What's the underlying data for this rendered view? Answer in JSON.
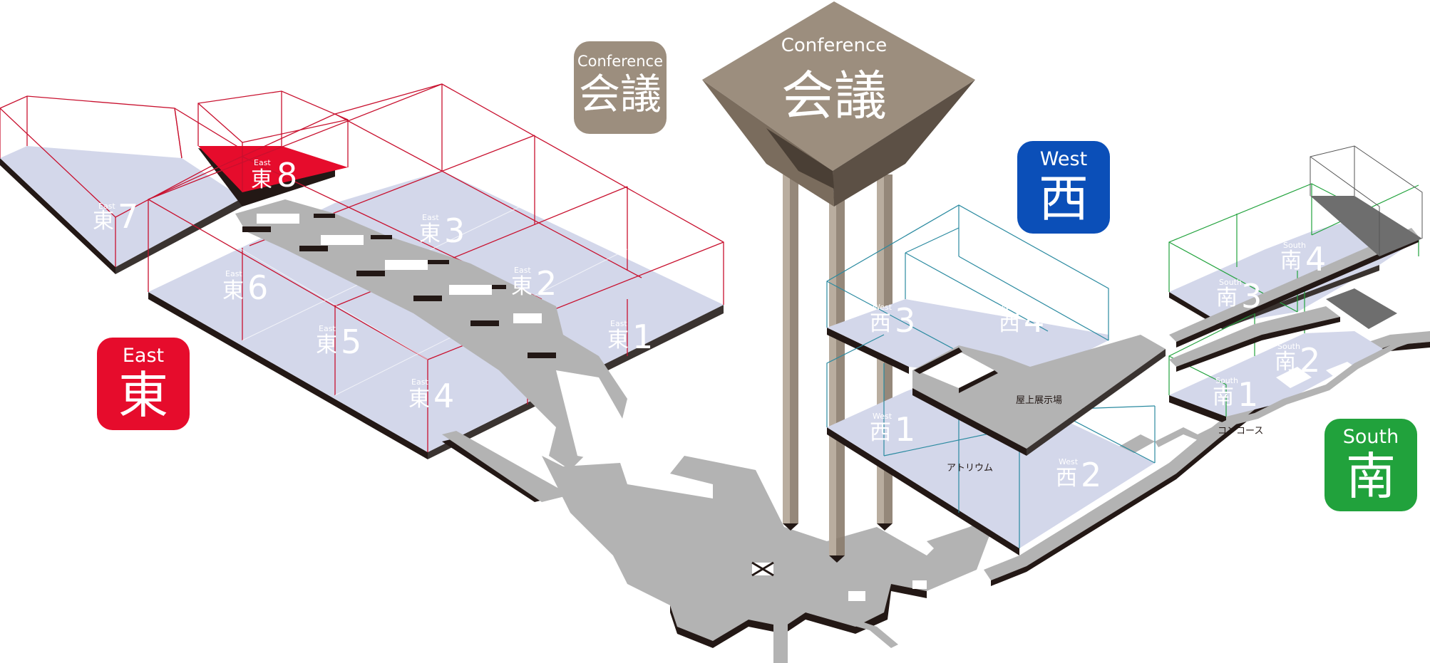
{
  "colors": {
    "east": "#e60c2c",
    "west": "#0b4fb8",
    "south": "#21a23c",
    "conference": "#9c8e7e",
    "hall_floor": "#d3d7ea",
    "walkway": "#b3b3b3",
    "dark": "#6e6e6e"
  },
  "badges": {
    "east": {
      "en": "East",
      "jp": "東"
    },
    "west": {
      "en": "West",
      "jp": "西"
    },
    "south": {
      "en": "South",
      "jp": "南"
    },
    "conference_small": {
      "en": "Conference",
      "jp": "会議"
    },
    "conference_tower": {
      "en": "Conference",
      "jp": "会議"
    }
  },
  "halls": {
    "e1": {
      "en": "East",
      "jp": "東",
      "num": "1"
    },
    "e2": {
      "en": "East",
      "jp": "東",
      "num": "2"
    },
    "e3": {
      "en": "East",
      "jp": "東",
      "num": "3"
    },
    "e4": {
      "en": "East",
      "jp": "東",
      "num": "4"
    },
    "e5": {
      "en": "East",
      "jp": "東",
      "num": "5"
    },
    "e6": {
      "en": "East",
      "jp": "東",
      "num": "6"
    },
    "e7": {
      "en": "East",
      "jp": "東",
      "num": "7"
    },
    "e8": {
      "en": "East",
      "jp": "東",
      "num": "8"
    },
    "w1": {
      "en": "West",
      "jp": "西",
      "num": "1"
    },
    "w2": {
      "en": "West",
      "jp": "西",
      "num": "2"
    },
    "w3": {
      "en": "West",
      "jp": "西",
      "num": "3"
    },
    "w4": {
      "en": "West",
      "jp": "西",
      "num": "4"
    },
    "s1": {
      "en": "South",
      "jp": "南",
      "num": "1"
    },
    "s2": {
      "en": "South",
      "jp": "南",
      "num": "2"
    },
    "s3": {
      "en": "South",
      "jp": "南",
      "num": "3"
    },
    "s4": {
      "en": "South",
      "jp": "南",
      "num": "4"
    }
  },
  "places": {
    "rooftop": "屋上展示場",
    "atrium": "アトリウム",
    "concourse": "コンコース"
  }
}
